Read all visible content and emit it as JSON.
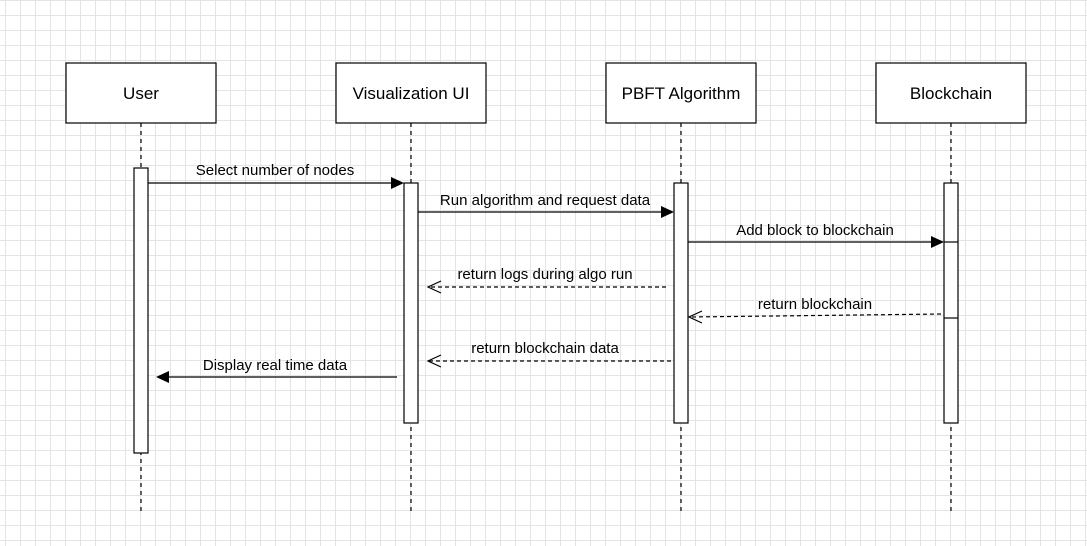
{
  "participants": [
    {
      "id": "user",
      "label": "User"
    },
    {
      "id": "ui",
      "label": "Visualization UI"
    },
    {
      "id": "pbft",
      "label": "PBFT Algorithm"
    },
    {
      "id": "chain",
      "label": "Blockchain"
    }
  ],
  "messages": [
    {
      "id": "m1",
      "from": "user",
      "to": "ui",
      "kind": "call",
      "label": "Select number of nodes"
    },
    {
      "id": "m2",
      "from": "ui",
      "to": "pbft",
      "kind": "call",
      "label": "Run algorithm and request data"
    },
    {
      "id": "m3",
      "from": "pbft",
      "to": "chain",
      "kind": "call",
      "label": "Add block to blockchain"
    },
    {
      "id": "m4",
      "from": "pbft",
      "to": "ui",
      "kind": "return",
      "label": "return logs during algo run"
    },
    {
      "id": "m5",
      "from": "chain",
      "to": "pbft",
      "kind": "return",
      "label": "return blockchain"
    },
    {
      "id": "m6",
      "from": "pbft",
      "to": "ui",
      "kind": "return",
      "label": "return blockchain data"
    },
    {
      "id": "m7",
      "from": "ui",
      "to": "user",
      "kind": "call",
      "label": "Display real time data"
    }
  ]
}
